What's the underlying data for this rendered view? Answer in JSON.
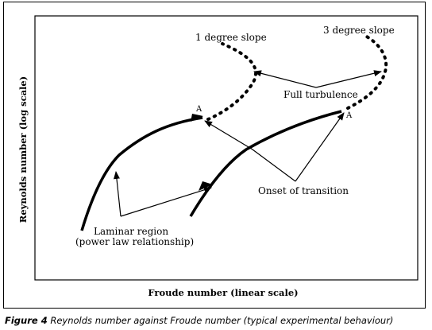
{
  "diagram": {
    "y_axis_label": "Reynolds number (log scale)",
    "x_axis_label": "Froude number (linear scale)",
    "labels": {
      "slope_1": "1 degree slope",
      "slope_3": "3 degree slope",
      "full_turbulence": "Full turbulence",
      "onset_of_transition": "Onset of transition",
      "laminar_region_line1": "Laminar region",
      "laminar_region_line2": "(power law relationship)",
      "point_a_left": "A",
      "point_a_right": "A"
    }
  },
  "caption": {
    "figure_number": "Figure 4",
    "text": " Reynolds number against Froude number (typical experimental behaviour)"
  }
}
